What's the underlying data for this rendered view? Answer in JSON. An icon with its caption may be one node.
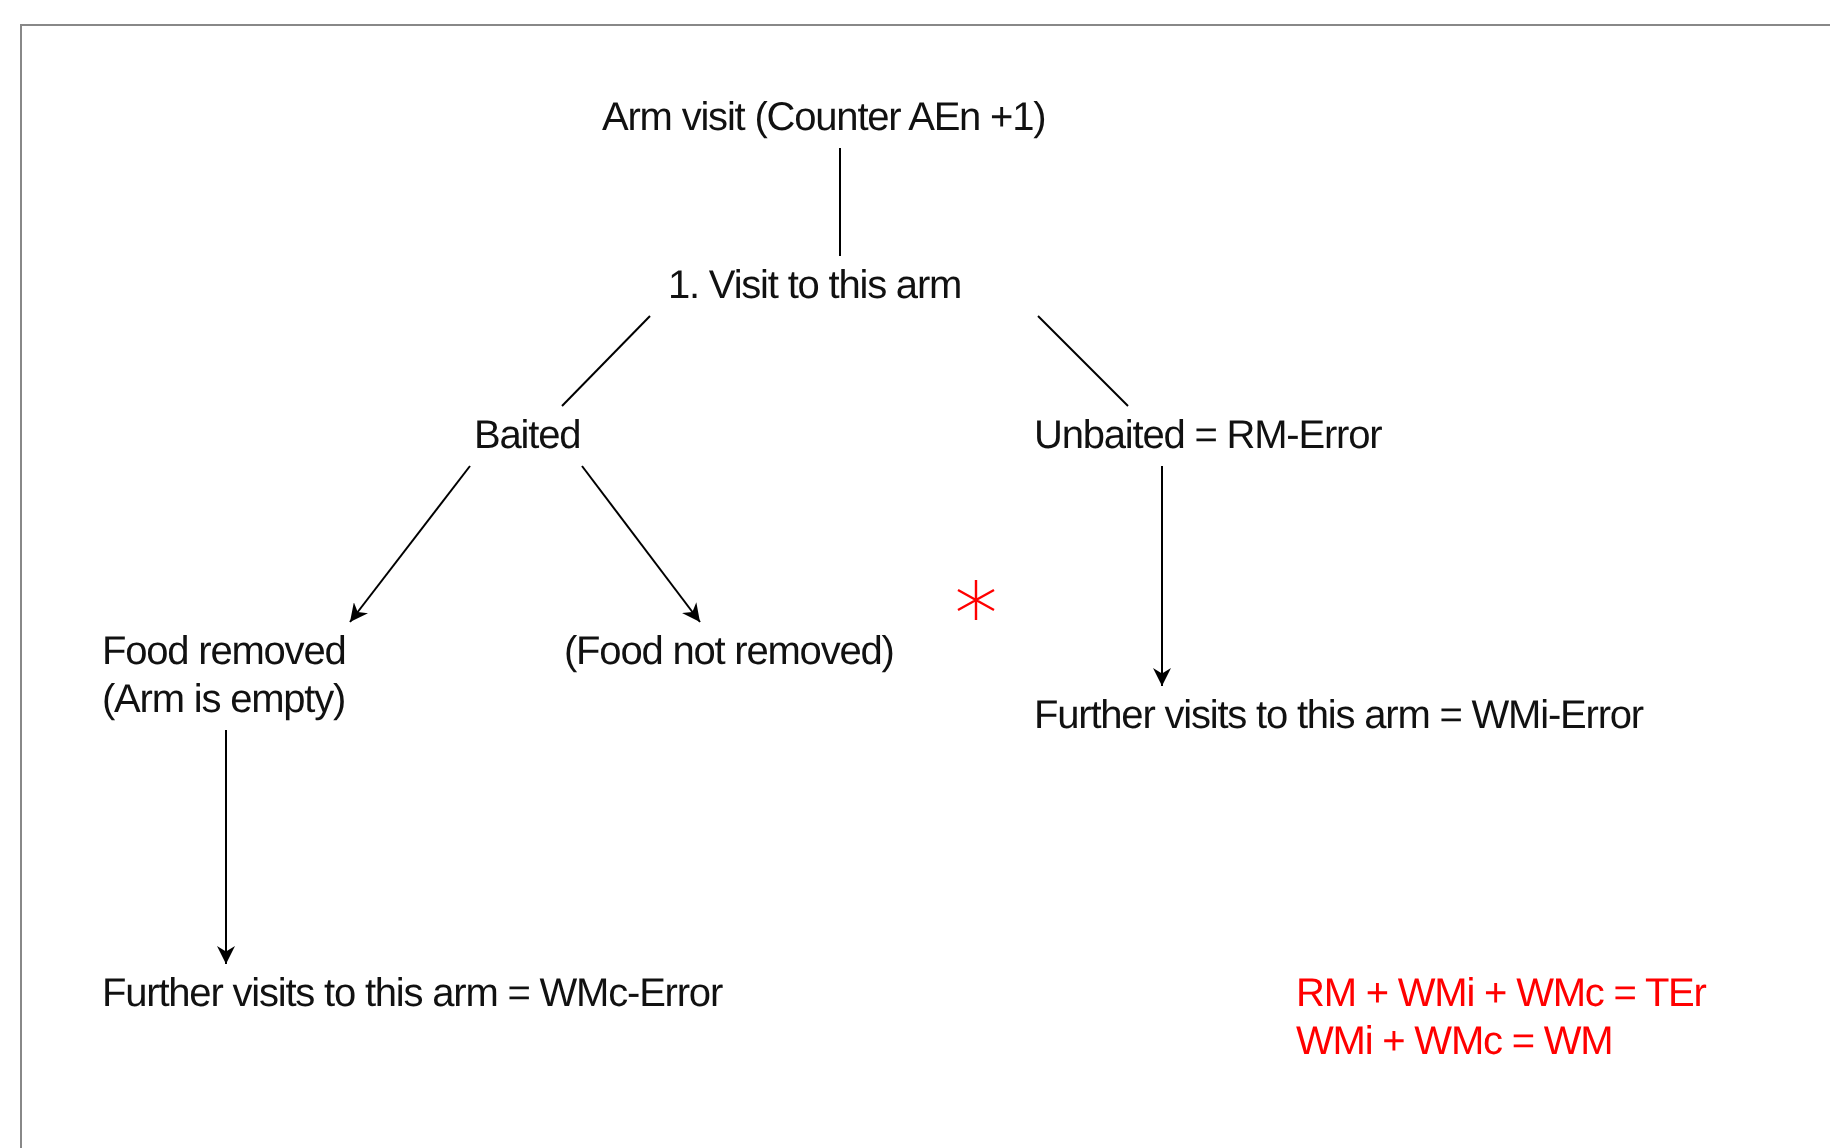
{
  "diagram": {
    "nodes": [
      {
        "text": [
          "Arm visit (Counter AEn +1)"
        ]
      },
      {
        "text": [
          "1. Visit to this arm"
        ]
      },
      {
        "text": [
          "Baited"
        ]
      },
      {
        "text": [
          "Unbaited = RM-Error"
        ]
      },
      {
        "text": [
          "Food removed (Arm is empty)"
        ]
      },
      {
        "text": [
          "(Food not removed)"
        ]
      },
      {
        "text": [
          "Further visits to this arm = WMi-Error"
        ]
      },
      {
        "text": [
          "Further visits to this arm = WMc-Error"
        ]
      }
    ],
    "edges": [
      {
        "from": 0,
        "to": 1,
        "arrow": "none"
      },
      {
        "from": 1,
        "to": 2,
        "arrow": "none"
      },
      {
        "from": 1,
        "to": 3,
        "arrow": "none"
      },
      {
        "from": 2,
        "to": 4,
        "arrow": "to"
      },
      {
        "from": 2,
        "to": 5,
        "arrow": "to"
      },
      {
        "from": 3,
        "to": 6,
        "arrow": "to"
      },
      {
        "from": 4,
        "to": 7,
        "arrow": "to"
      }
    ],
    "labels": [
      "RM + WMi + WMc = TEr",
      "WMi + WMc = WM"
    ]
  }
}
